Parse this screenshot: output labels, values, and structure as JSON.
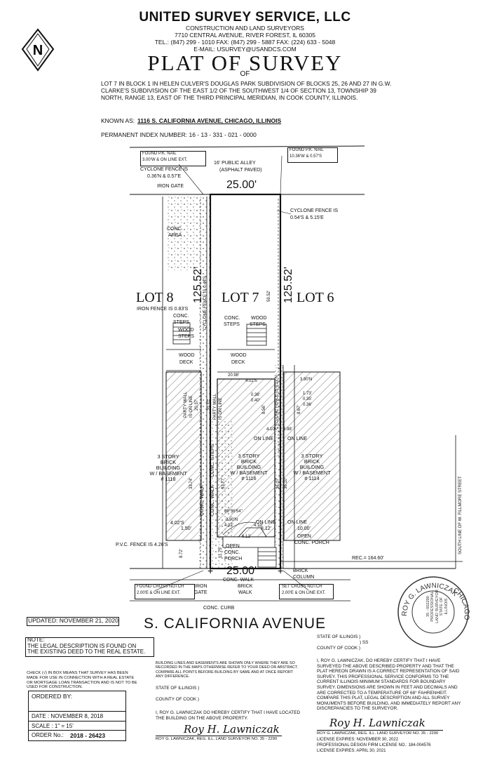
{
  "header": {
    "company": "UNITED SURVEY SERVICE, LLC",
    "subtitle": "CONSTRUCTION AND LAND SURVEYORS",
    "address": "7710 CENTRAL AVENUE, RIVER FOREST, IL 60305",
    "phones": "TEL.: (847) 299 - 1010        FAX: (847) 299 - 5887        FAX: (224) 633 - 5048",
    "email": "E-MAIL: USURVEY@USANDCS.COM"
  },
  "title": "PLAT OF SURVEY",
  "of": "OF",
  "legal_description": "LOT 7 IN BLOCK 1 IN HELEN CULVER'S DOUGLAS PARK SUBDIVISION OF BLOCKS 25, 26 AND 27 IN G.W. CLARKE'S SUBDIVISION OF THE EAST 1/2 OF THE SOUTHWEST 1/4 OF SECTION 13, TOWNSHIP 39 NORTH, RANGE 13, EAST OF THE THIRD PRINCIPAL MERIDIAN, IN COOK COUNTY, ILLINOIS.",
  "known_as_label": "KNOWN AS:",
  "known_as": "1116 S. CALIFORNIA AVENUE, CHICAGO, ILLINOIS",
  "pin": "PERMANENT INDEX NUMBER: 16 - 13 - 331 - 021 - 0000",
  "plat": {
    "found_pk_nail_left": "FOUND P.K. NAIL",
    "found_pk_nail_left_2": "3.00'W & ON LINE EXT.",
    "cyclone_fence_nw": "CYCLONE FENCE IS",
    "cyclone_fence_nw_2": "0.36'N & 0.57'E",
    "public_alley": "16' PUBLIC ALLEY",
    "asphalt": "(ASPHALT PAVED)",
    "found_pk_nail_right": "FOUND P.K. NAIL",
    "found_pk_nail_right_2": "10.36'W & 0.57'S",
    "iron_gate_top": "IRON GATE",
    "top_dim": "25.00'",
    "cyclone_fence_ne": "CYCLONE FENCE IS",
    "cyclone_fence_ne_2": "0.54'S & 5.15'E",
    "conc_area": "CONC.",
    "conc_area_2": "AREA",
    "dim_59_52": "59.52'",
    "dim_125_52_left": "125.52'",
    "dim_125_52_right": "125.52'",
    "lot8": "LOT  8",
    "lot7": "LOT  7",
    "lot6": "LOT  6",
    "cyclone_fence_046": "CYCLONE FENCE IS 0.46'S",
    "iron_fence": "IRON FENCE IS 0.83'S",
    "conc_steps_l": "CONC.",
    "conc_steps_l2": "STEPS",
    "wood_steps_l": "WOOD",
    "wood_steps_l2": "STEPS",
    "conc_steps_m": "CONC.",
    "conc_steps_m2": "STEPS",
    "wood_steps_m": "WOOD",
    "wood_steps_m2": "STEPS",
    "wood_deck_l": "WOOD",
    "wood_deck_l2": "DECK",
    "wood_deck_m": "WOOD",
    "wood_deck_m2": "DECK",
    "cyclone_fence_022": "CYCLONE FENCE IS 0.22'N",
    "dim_20_98": "20.98'",
    "dim_4_02s": "4.02'S",
    "dim_3_90n": "3.90'N",
    "party_wall_1": "PARTY WALL",
    "party_wall_1b": "IS ON LINE",
    "party_wall_1c": "20.37'",
    "party_wall_2": "20.37'",
    "party_wall_2b": "PARTY WALL",
    "party_wall_2c": "IS ON LINE",
    "dim_038": "0.38'",
    "dim_040": "0.40'",
    "dim_173": "1.73'",
    "dim_035": "0.35'",
    "dim_036": "0.36'",
    "dim_856": "8.56'",
    "dim_867": "8.67'",
    "dim_410": "4.10'",
    "dim_398": "3.98'",
    "on_line_1": "ON LINE",
    "on_line_2": "ON LINE",
    "conc_steps_v": "CONC. STEPS",
    "conc_walk_v1": "CONC. WALK",
    "conc_walk_v2": "CONC. WALK",
    "bldg_1118": "3 STORY\nBRICK\nBUILDING\nW / BASEMENT\n# 1118",
    "bldg_1116": "3 STORY\nBRICK\nBUILDING\nW / BASEMENT\n# 1116",
    "bldg_1114": "3 STORY\nBRICK\nBUILDING\nW / BASEMENT\n# 1114",
    "dim_3374": "33.74'",
    "dim_3377": "33.77'",
    "dim_3607": "36.07'",
    "dim_3610": "36.10'",
    "angle": "89°36'54\"",
    "dim_402s_b": "4.02'S",
    "dim_150": "1.50'",
    "dim_390n_b": "3.90'N",
    "dim_402": "4.02'",
    "dim_612": "6.12'",
    "dim_410b": "4.10'",
    "on_line_3": "ON LINE",
    "on_line_4": "ON LINE",
    "dim_812": "8.12'",
    "dim_1000": "10.00'",
    "pvc_fence": "P.V.C. FENCE IS 4.26'S",
    "dim_872": "8.72'",
    "dim_1175": "11.75'",
    "open_porch_l": "OPEN",
    "open_porch_l2": "CONC.",
    "open_porch_l3": "PORCH",
    "open_porch_r": "OPEN",
    "open_porch_r2": "CONC. PORCH",
    "rec": "REC.= 164.60'",
    "fillmore": "SOUTH LINE OF W. FILLMORE STREET",
    "bottom_dim": "25.00'",
    "conc_walk_h": "CONC. WALK",
    "iron_gate_b": "IRON",
    "iron_gate_b2": "GATE",
    "brick_walk": "BRICK",
    "brick_walk2": "WALK",
    "brick_column": "BRICK",
    "brick_column2": "COLUMN",
    "found_cross": "FOUND CROSS NOTCH",
    "found_cross_2": "2.00'E & ON LINE EXT.",
    "set_cross": "SET CROSS NOTCH",
    "set_cross_2": "2.00'E & ON LINE EXT.",
    "conc_curb": "CONC. CURB"
  },
  "updated": "UPDATED: NOVEMBER 21, 2020",
  "street": "S. CALIFORNIA AVENUE",
  "note": "NOTE:\nTHE LEGAL DESCRIPTION IS FOUND ON\nTHE EXISTING DEED TO THE REAL ESTATE.",
  "check_text": "CHECK (√) IN BOX MEANS THAT SURVEY HAS BEEN MADE FOR USE IN CONNECTION WITH A REAL ESTATE OR MORTGAGE LOAN TRANSACTION AND IS NOT TO BE USED FOR CONSTRUCTION.",
  "order": {
    "ordered_by": "ORDERED BY:",
    "date": "DATE : NOVEMBER 8, 2018",
    "scale": "SCALE : 1\" = 15'",
    "order_no_label": "ORDER No.:",
    "order_no": "2018 - 26423"
  },
  "building_lines_note": "BUILDING LINES AND EASEMENTS ARE SHOWN ONLY WHERE THEY ARE SO RECORDED IN THE MAPS OTHERWISE REFER TO YOUR DEED OR ABSTRACT. COMPARE ALL POINTS BEFORE BUILDING BY SAME AND AT ONCE REPORT ANY DIFFERENCE.",
  "state_il_1": "STATE OF ILLINOIS )",
  "county_cook_1": "COUNTY OF COOK )",
  "located_cert": "I, ROY G. LAWNICZAK  DO HEREBY CERTIFY THAT I HAVE LOCATED THE BUILDING ON THE ABOVE PROPERTY.",
  "sig_line_1": "ROY G. LAWNICZAK, REG. ILL. LAND SURVEYOR NO. 35 - 2290",
  "state_il_2": "STATE OF ILLINOIS )",
  "ss": ") SS",
  "county_cook_2": "COUNTY OF COOK )",
  "certification": "I, ROY G. LAWNICZAK, DO HEREBY CERTIFY THAT I HAVE SURVEYED THE ABOVE DESCRIBED PROPERTY AND THAT THE PLAT HEREON DRAWN IS A CORRECT REPRESENTATION OF SAID SURVEY. THIS PROFESSIONAL SERVICE CONFORMS TO THE CURRENT ILLINOIS MINIMUM STANDARDS FOR BOUNDARY SURVEY. DIMENSIONS ARE SHOWN IN FEET AND DECIMALS AND ARE CORRECTED TO A TEMPERATURE OF 68° FAHRENHEIT. COMPARE THIS PLAT, LEGAL DESCRIPTION AND ALL SURVEY MONUMENTS BEFORE BUILDING, AND IMMEDIATELY REPORT ANY DISCREPANCIES TO THE SURVEYOR.",
  "sig_line_2": "ROY G. LAWNICZAK, REG. ILL. LAND SURVEYOR NO. 35 - 2290",
  "license_expires": "LICENSE EXPIRES: NOVEMBER 30, 2022",
  "design_firm": "PROFESSIONAL DESIGN FIRM LICENSE NO.: 184-004576",
  "firm_expires": "LICENSE EXPIRES: APRIL 30, 2021",
  "seal": {
    "outer_top": "ROY G. LAWNICZAK",
    "outer_right": "CHICAGO",
    "inner": "35 - 002290\nPROFESSIONAL\nLAND SURVEYOR\nSTATE OF\nILLINOIS"
  },
  "signature": "Roy H. Lawniczak",
  "north_symbol": "N"
}
